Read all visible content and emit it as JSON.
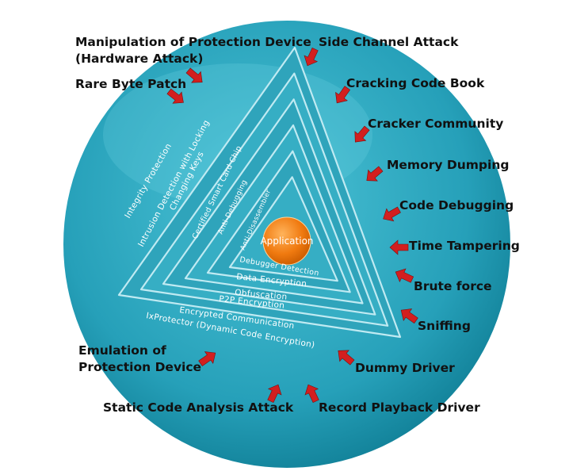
{
  "core": {
    "label": "Application",
    "color": "#f07a10"
  },
  "colors": {
    "sphere": "#2aa6be",
    "sphere_dark": "#0d6f86",
    "layer_face": "#3cb4c9",
    "layer_edge": "#bfeaf2",
    "arrow": "#d21f1f",
    "attack_text": "#111111"
  },
  "defense_layers": [
    {
      "side_label": "Integrity Protection",
      "bottom_label": "IxProtector (Dynamic Code Encryption)"
    },
    {
      "side_label": "Intrusion Detection with Locking",
      "bottom_label": "Encrypted Communication"
    },
    {
      "side_label": "Changing Keys",
      "bottom_label": "P2P Encryption"
    },
    {
      "side_label": "Certified Smart Card Chip",
      "bottom_label": "Obfuscation"
    },
    {
      "side_label": "Anti-Debugging",
      "bottom_label": "Data Encryption"
    },
    {
      "side_label": "Anti-Disassembler",
      "bottom_label": "Debugger Detection"
    }
  ],
  "attacks": {
    "manipulation_line1": "Manipulation of Protection Device",
    "manipulation_line2": "(Hardware Attack)",
    "rare_byte_patch": "Rare Byte Patch",
    "side_channel": "Side Channel Attack",
    "cracking_code_book": "Cracking Code Book",
    "cracker_community": "Cracker Community",
    "memory_dumping": "Memory Dumping",
    "code_debugging": "Code Debugging",
    "time_tampering": "Time Tampering",
    "brute_force": "Brute force",
    "sniffing": "Sniffing",
    "emulation_line1": "Emulation of",
    "emulation_line2": "Protection Device",
    "dummy_driver": "Dummy Driver",
    "static_code_analysis": "Static Code Analysis Attack",
    "record_playback": "Record Playback Driver"
  }
}
